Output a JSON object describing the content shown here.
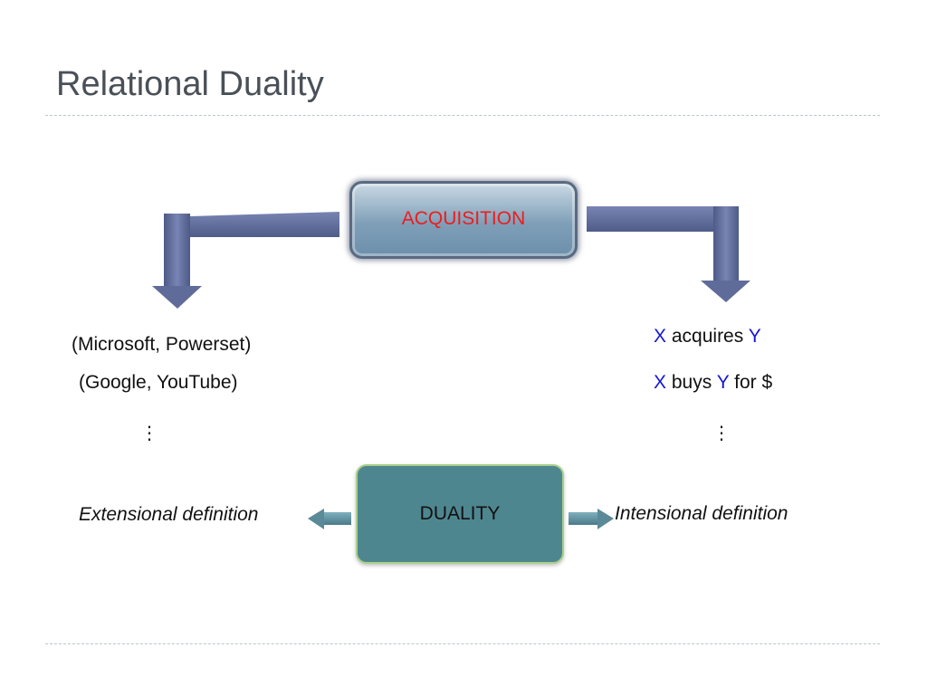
{
  "slide": {
    "title": "Relational Duality"
  },
  "top_node": {
    "label": "ACQUISITION",
    "label_color": "#ee1c1c"
  },
  "left_examples": {
    "item1": "(Microsoft, Powerset)",
    "item2": "(Google, YouTube)",
    "ellipsis": "⋮"
  },
  "right_patterns": {
    "p1_x": "X",
    "p1_rel": "acquires",
    "p1_y": "Y",
    "p2_x": "X",
    "p2_rel": "buys",
    "p2_y": "Y",
    "p2_suffix": "for $",
    "ellipsis": "⋮",
    "variable_color": "#1515d8"
  },
  "bottom_node": {
    "label": "DUALITY",
    "fill_color": "#4e868f"
  },
  "definitions": {
    "left": "Extensional definition",
    "right": "Intensional definition"
  },
  "colors": {
    "arrow_fill": "#6673a3",
    "small_arrow_fill": "#5a8a98"
  }
}
